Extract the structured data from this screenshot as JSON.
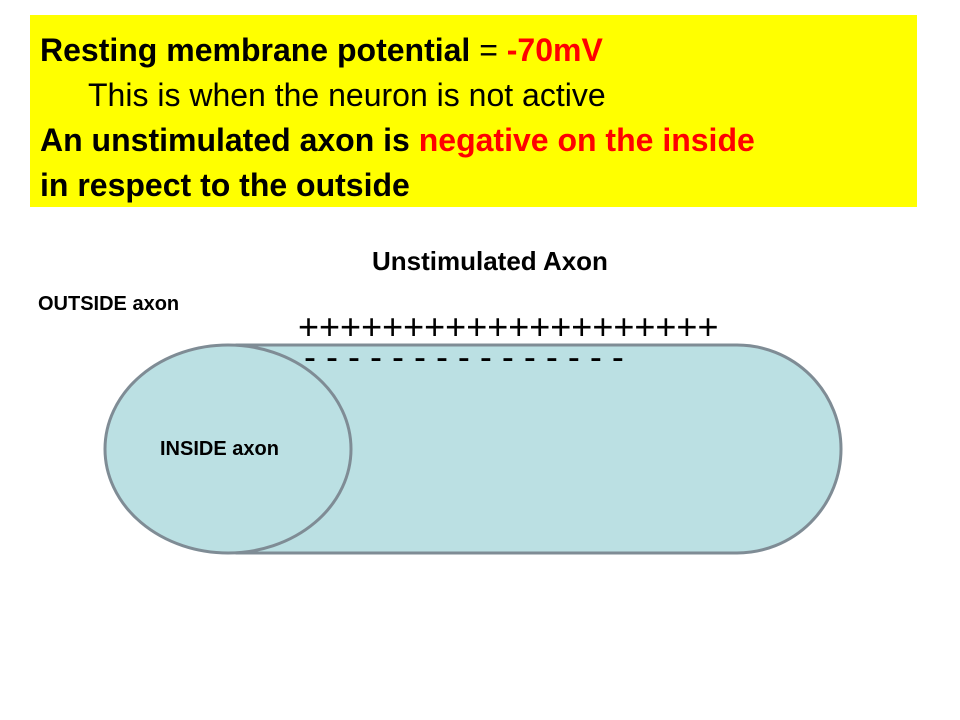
{
  "header_box": {
    "line1_bold": "Resting membrane potential",
    "line1_equals": " = ",
    "line1_value": "-70mV",
    "line2": "This is when the neuron is not active",
    "line3_prefix": "An unstimulated axon is ",
    "line3_highlight": "negative on the inside",
    "line4": "in respect to the outside"
  },
  "diagram": {
    "title": "Unstimulated Axon",
    "outside_label": "OUTSIDE axon",
    "inside_label": "INSIDE axon",
    "outer_charge": "++++++++++++++++++++",
    "inner_charge": "- - - - - - - - - - - - - - -"
  },
  "colors": {
    "highlight_background": "#ffff00",
    "emphasis_text": "#ff0000",
    "axon_fill": "#bbe0e3",
    "axon_stroke": "#7f8c95"
  }
}
